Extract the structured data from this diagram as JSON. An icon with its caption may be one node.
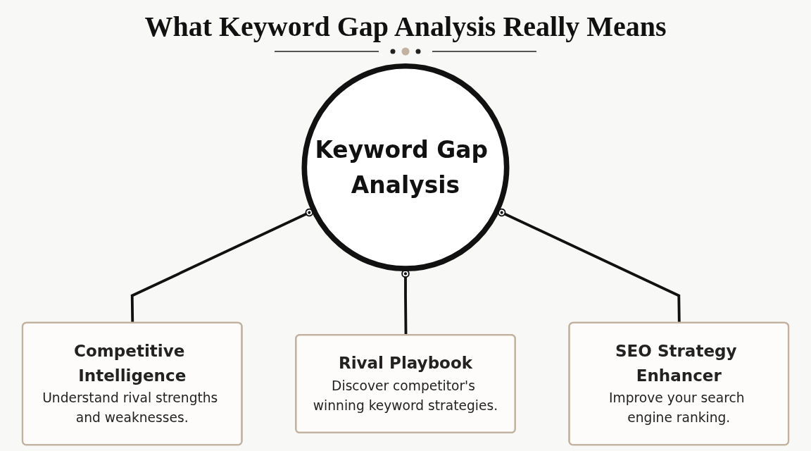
{
  "diagram": {
    "title": "What Keyword Gap Analysis Really Means",
    "nodes": [
      {
        "text": [
          "Keyword Gap Analysis"
        ]
      },
      {
        "text": [
          "Competitive Intelligence",
          "Understand rival strengths and weaknesses."
        ]
      },
      {
        "text": [
          "SEO Strategy Enhancer",
          "Improve your search engine ranking."
        ]
      },
      {
        "text": [
          "Rival Playbook",
          "Discover competitor's winning keyword strategies."
        ]
      }
    ],
    "edges": [
      {
        "from": 1,
        "to": 0,
        "arrow": "other"
      },
      {
        "from": 3,
        "to": 0,
        "arrow": "other"
      },
      {
        "from": 2,
        "to": 0,
        "arrow": "other"
      }
    ]
  }
}
